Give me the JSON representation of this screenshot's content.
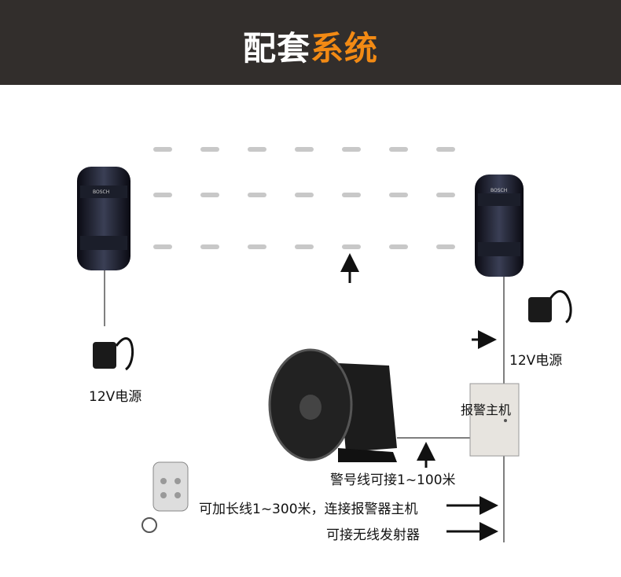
{
  "header": {
    "title_white": "配套",
    "title_orange": "系统"
  },
  "detector": {
    "brand": "BOSCH"
  },
  "labels": {
    "power_left": "12V电源",
    "power_right": "12V电源",
    "control_panel": "报警主机",
    "siren_wire": "警号线可接1~100米",
    "extend_wire": "可加长线1~300米，连接报警器主机",
    "wireless": "可接无线发射器"
  },
  "colors": {
    "header_bg": "#322e2c",
    "accent": "#f28a14"
  }
}
